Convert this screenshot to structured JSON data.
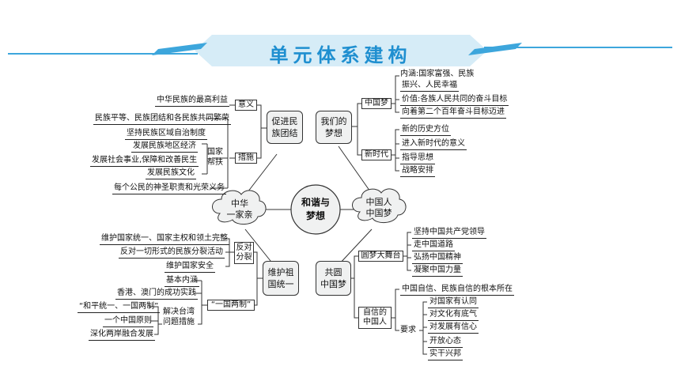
{
  "title": "单元体系建构",
  "center": "和谐与\n梦想",
  "left_top": {
    "node": "促进民\n族团结",
    "yiyi": "意义",
    "yiyi_text": "中华民族的最高利益",
    "cuoshi": "措施",
    "items": [
      "民族平等、民族团结和各民族共同繁荣",
      "坚持民族区域自治制度",
      "发展民族地区经济",
      "发展社会事业,保障和改善民生",
      "发展民族文化",
      "每个公民的神圣职责和光荣义务"
    ],
    "guojia": "国家\n帮扶"
  },
  "cloud_left": "中华\n一家亲",
  "cloud_right": "中国人\n中国梦",
  "left_bottom": {
    "node": "维护祖\n国统一",
    "fandui": "反对\n分裂",
    "fandui_items": [
      "维护国家统一、国家主权和领土完整",
      "反对一切形式的民族分裂活动",
      "维护国家安全"
    ],
    "ygls": "“一国两制”",
    "ygls_items": [
      "基本内涵",
      "香港、澳门的成功实践"
    ],
    "jiejue": "解决台湾\n问题措施",
    "jiejue_items": [
      "“和平统一、一国两制”",
      "一个中国原则",
      "深化两岸融合发展"
    ]
  },
  "right_top": {
    "node": "我们的\n梦想",
    "zgm": "中国梦",
    "zgm_items": [
      "内涵:国家富强、民族",
      "振兴、人民幸福",
      "价值:各族人民共同的奋斗目标",
      "向着第二个百年奋斗目标迈进"
    ],
    "xsd": "新时代",
    "xsd_items": [
      "新的历史方位",
      "进入新时代的意义",
      "指导思想",
      "战略安排"
    ]
  },
  "right_bottom": {
    "node": "共圆\n中国梦",
    "ymdwt": "圆梦大舞台",
    "ymdwt_items": [
      "坚持中国共产党领导",
      "走中国道路",
      "弘扬中国精神",
      "凝聚中国力量"
    ],
    "zxd": "自信的\n中国人",
    "zxd_top": "中国自信、民族自信的根本所在",
    "yaoqiu": "要求",
    "yaoqiu_items": [
      "对国家有认同",
      "对文化有底气",
      "对发展有信心",
      "开放心态",
      "实干兴邦"
    ]
  },
  "colors": {
    "title": "#1f8fd0",
    "banner": "#d6ecf7",
    "stripe": "#3da6dc",
    "node_fill": "#f0f1f1"
  }
}
